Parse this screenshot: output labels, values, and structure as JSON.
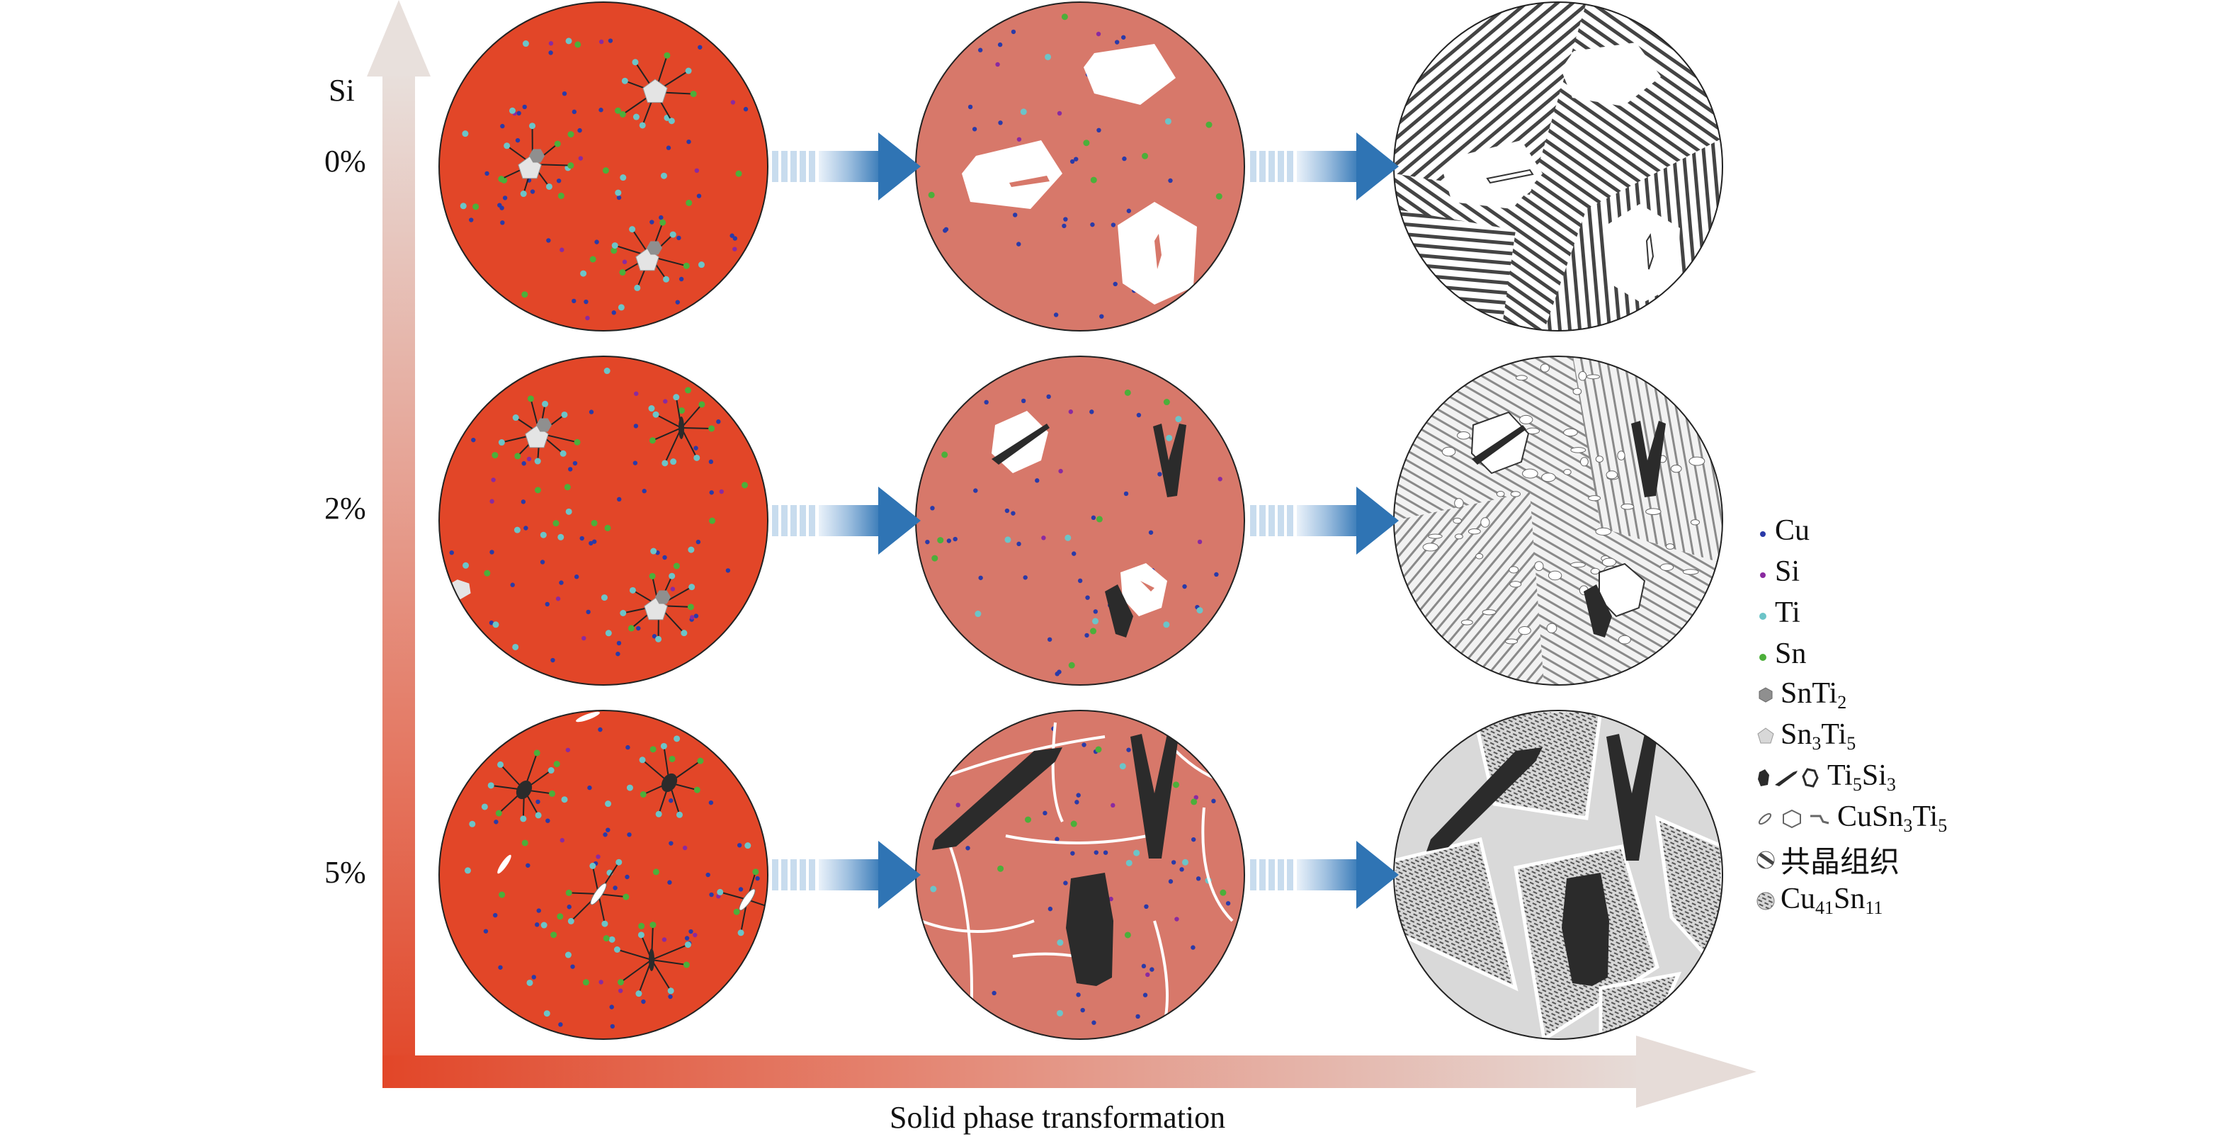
{
  "y_axis": {
    "label": "Si"
  },
  "x_axis": {
    "label": "Solid phase transformation"
  },
  "rows": [
    {
      "label": "0%"
    },
    {
      "label": "2%"
    },
    {
      "label": "5%"
    }
  ],
  "legend": {
    "cu": "Cu",
    "si": "Si",
    "ti": "Ti",
    "sn": "Sn",
    "sn_ti2": {
      "a": "SnTi",
      "b": "2"
    },
    "sn3_ti5": {
      "a": "Sn",
      "b": "3",
      "c": "Ti",
      "d": "5"
    },
    "ti5_si3": {
      "a": "Ti",
      "b": "5",
      "c": "Si",
      "d": "3"
    },
    "cusn3ti5": {
      "a": "CuSn",
      "b": "3",
      "c": "Ti",
      "d": "5"
    },
    "eutectic": "共晶组织",
    "cu41sn11": {
      "a": "Cu",
      "b": "41",
      "c": "Sn",
      "d": "11"
    }
  },
  "colors": {
    "melt": "#e24628",
    "cooled": "#d7786a",
    "cu_dot": "#2a3aa8",
    "si_dot": "#8a2aa0",
    "ti_dot": "#6cc4c8",
    "sn_dot": "#4caf3a",
    "arrow": "#2f74b4",
    "ti5si3": "#2b2b2b",
    "cu41sn11_bg": "#d9d9d9"
  }
}
